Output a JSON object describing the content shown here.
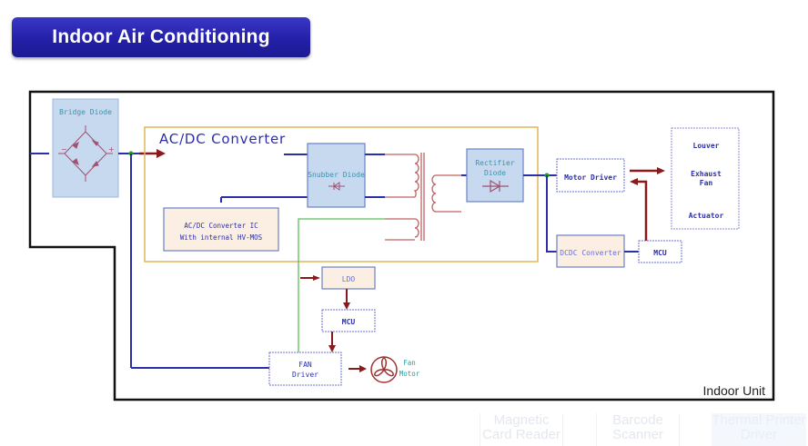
{
  "title": "Indoor Air Conditioning",
  "diagram": {
    "outer_label": "Indoor Unit",
    "bridge_diode": {
      "label": "Bridge Diode",
      "terminals": {
        "minus": "−",
        "plus": "+"
      }
    },
    "acdc_group": {
      "label": "AC/DC Converter"
    },
    "snubber_diode": {
      "label": "Snubber Diode"
    },
    "converter_ic": {
      "line1": "AC/DC Converter IC",
      "line2": "With internal HV-MOS"
    },
    "rectifier_diode": {
      "line1": "Rectifier",
      "line2": "Diode"
    },
    "motor_driver": {
      "label": "Motor Driver"
    },
    "dcdc_converter": {
      "label": "DCDC Converter"
    },
    "mcu_right": {
      "label": "MCU"
    },
    "loads": {
      "items": [
        "Louver",
        "Exhaust",
        "Fan",
        "Actuator"
      ]
    },
    "ldo": {
      "label": "LDO"
    },
    "mcu_bottom": {
      "label": "MCU"
    },
    "fan_driver": {
      "line1": "FAN",
      "line2": "Driver"
    },
    "fan_motor": {
      "line1": "Fan",
      "line2": "Motor"
    }
  },
  "footer": {
    "items": [
      {
        "line1": "Magnetic",
        "line2": "Card Reader"
      },
      {
        "line1": "Barcode",
        "line2": "Scanner"
      },
      {
        "line1": "Thermal Printer",
        "line2": "Driver"
      }
    ]
  },
  "colors": {
    "title_bg": "#2a26b0",
    "wire_blue": "#2b2fa8",
    "wire_red": "#8b1a1a",
    "wire_green": "#5cbf5c",
    "coil": "#c06060",
    "block_blue_fill": "#c7d9ef",
    "block_peach_fill": "#fbeee2",
    "group_border": "#e2b55a",
    "text_blue": "#2b2fa8",
    "text_teal": "#3a93b0"
  }
}
